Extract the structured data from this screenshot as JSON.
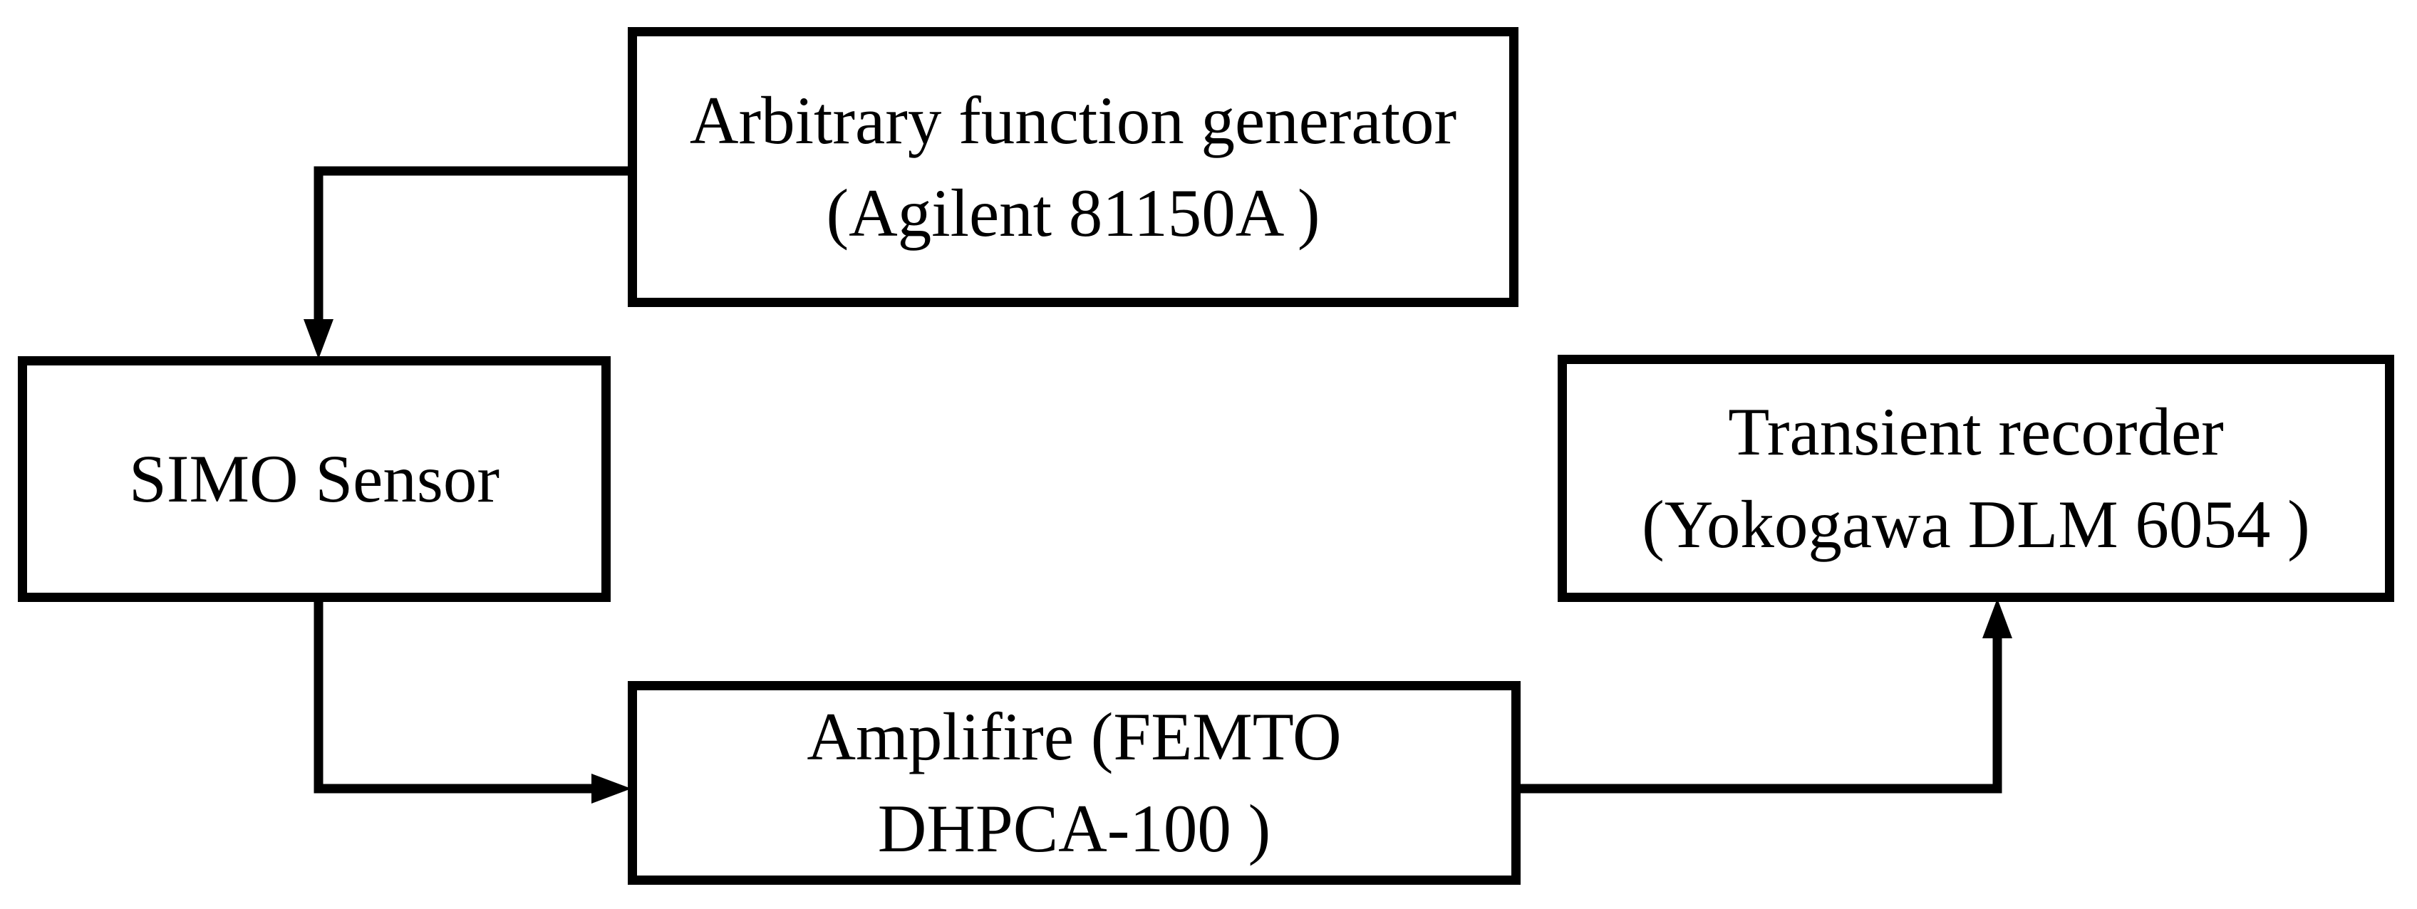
{
  "diagram": {
    "background_color": "#ffffff",
    "line_color": "#000000",
    "text_color": "#000000",
    "nodes": {
      "function_generator": {
        "line1": "Arbitrary function generator",
        "line2": "(Agilent 81150A )"
      },
      "simo_sensor": {
        "line1": "SIMO Sensor"
      },
      "transient_recorder": {
        "line1": "Transient recorder",
        "line2": "(Yokogawa DLM 6054 )"
      },
      "amplifier": {
        "line1": "Amplifire (FEMTO",
        "line2": "DHPCA-100 )"
      }
    },
    "connections": [
      {
        "from": "function_generator",
        "to": "simo_sensor"
      },
      {
        "from": "simo_sensor",
        "to": "amplifier"
      },
      {
        "from": "amplifier",
        "to": "transient_recorder"
      }
    ]
  }
}
